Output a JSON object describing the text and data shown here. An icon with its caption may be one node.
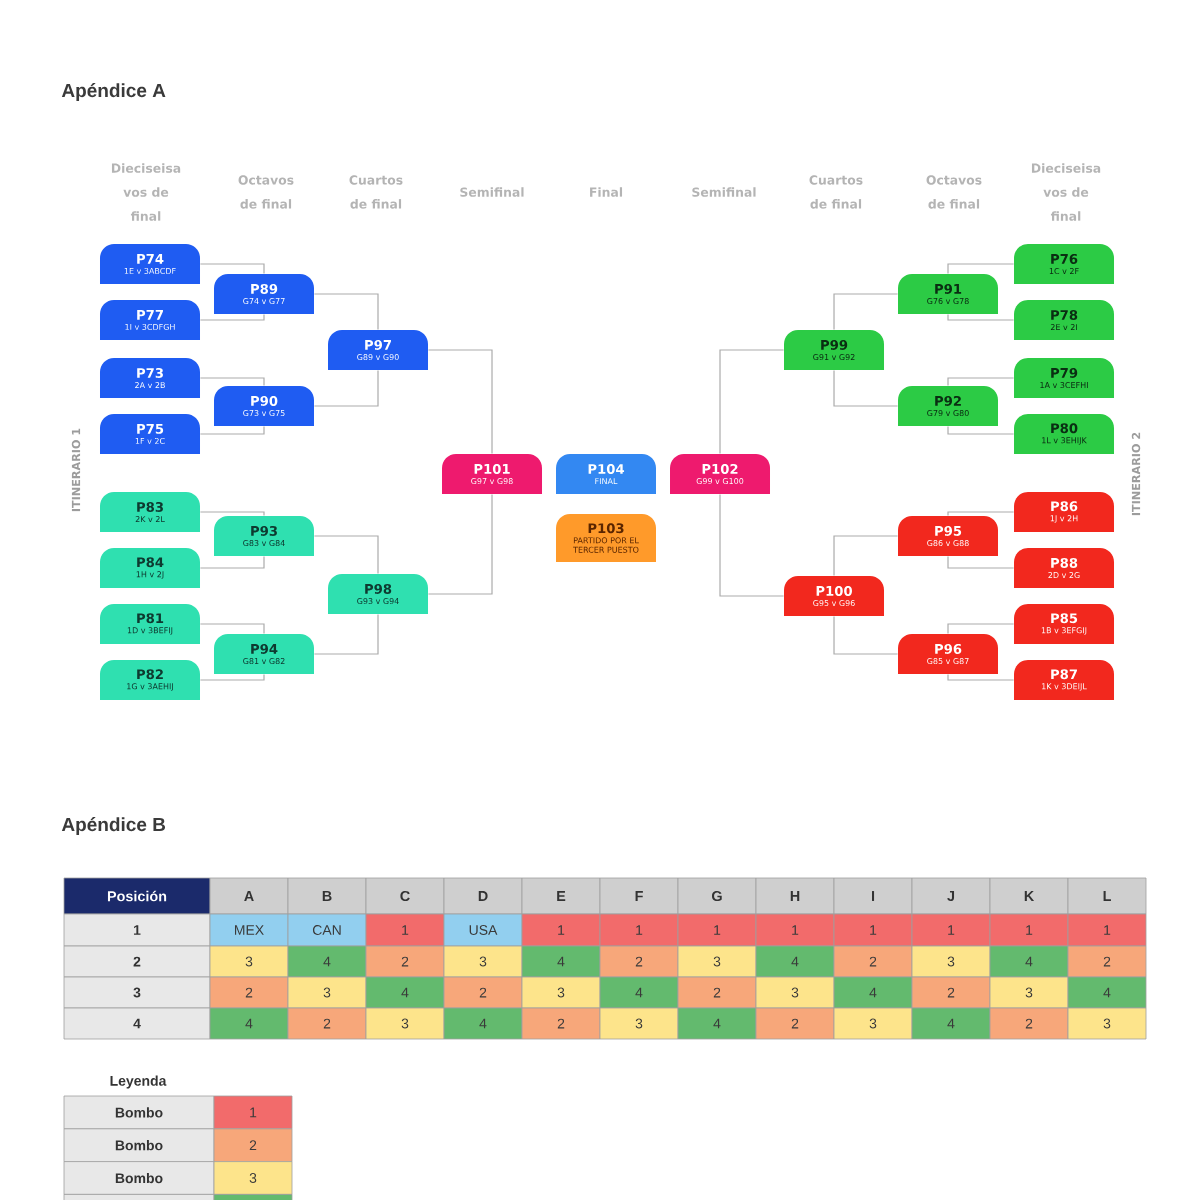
{
  "diagram": {
    "nodes": [
      {
        "text": [
          "P74",
          "1E v 3ABCDF"
        ]
      },
      {
        "text": [
          "P77",
          "1I v 3CDFGH"
        ]
      },
      {
        "text": [
          "P73",
          "2A v 2B"
        ]
      },
      {
        "text": [
          "P75",
          "1F v 2C"
        ]
      },
      {
        "text": [
          "P83",
          "2K v 2L"
        ]
      },
      {
        "text": [
          "P84",
          "1H v 2J"
        ]
      },
      {
        "text": [
          "P81",
          "1D v 3BEFIJ"
        ]
      },
      {
        "text": [
          "P82",
          "1G v 3AEHIJ"
        ]
      },
      {
        "text": [
          "P89",
          "G74 v G77"
        ]
      },
      {
        "text": [
          "P90",
          "G73 v G75"
        ]
      },
      {
        "text": [
          "P93",
          "G83 v G84"
        ]
      },
      {
        "text": [
          "P94",
          "G81 v G82"
        ]
      },
      {
        "text": [
          "P97",
          "G89 v G90"
        ]
      },
      {
        "text": [
          "P98",
          "G93 v G94"
        ]
      },
      {
        "text": [
          "P101",
          "G97 v G98"
        ]
      },
      {
        "text": [
          "P104",
          "FINAL"
        ]
      },
      {
        "text": [
          "P103",
          "PARTIDO POR EL TERCER PUESTO"
        ]
      },
      {
        "text": [
          "P102",
          "G99 v G100"
        ]
      },
      {
        "text": [
          "P99",
          "G91 v G92"
        ]
      },
      {
        "text": [
          "P100",
          "G95 v G96"
        ]
      },
      {
        "text": [
          "P91",
          "G76 v G78"
        ]
      },
      {
        "text": [
          "P92",
          "G79 v G80"
        ]
      },
      {
        "text": [
          "P95",
          "G86 v G88"
        ]
      },
      {
        "text": [
          "P96",
          "G85 v G87"
        ]
      },
      {
        "text": [
          "P76",
          "1C v 2F"
        ]
      },
      {
        "text": [
          "P78",
          "2E v 2I"
        ]
      },
      {
        "text": [
          "P79",
          "1A v 3CEFHI"
        ]
      },
      {
        "text": [
          "P80",
          "1L v 3EHIJK"
        ]
      },
      {
        "text": [
          "P86",
          "1J v 2H"
        ]
      },
      {
        "text": [
          "P88",
          "2D v 2G"
        ]
      },
      {
        "text": [
          "P85",
          "1B v 3EFGIJ"
        ]
      },
      {
        "text": [
          "P87",
          "1K v 3DEIJL"
        ]
      }
    ],
    "edges": [
      {
        "from": 0,
        "to": 8,
        "arrow": "none"
      },
      {
        "from": 1,
        "to": 8,
        "arrow": "none"
      },
      {
        "from": 2,
        "to": 9,
        "arrow": "none"
      },
      {
        "from": 3,
        "to": 9,
        "arrow": "none"
      },
      {
        "from": 4,
        "to": 10,
        "arrow": "none"
      },
      {
        "from": 5,
        "to": 10,
        "arrow": "none"
      },
      {
        "from": 6,
        "to": 11,
        "arrow": "none"
      },
      {
        "from": 7,
        "to": 11,
        "arrow": "none"
      },
      {
        "from": 8,
        "to": 12,
        "arrow": "none"
      },
      {
        "from": 9,
        "to": 12,
        "arrow": "none"
      },
      {
        "from": 10,
        "to": 13,
        "arrow": "none"
      },
      {
        "from": 11,
        "to": 13,
        "arrow": "none"
      },
      {
        "from": 12,
        "to": 14,
        "arrow": "none"
      },
      {
        "from": 13,
        "to": 14,
        "arrow": "none"
      },
      {
        "from": 24,
        "to": 20,
        "arrow": "none"
      },
      {
        "from": 25,
        "to": 20,
        "arrow": "none"
      },
      {
        "from": 26,
        "to": 21,
        "arrow": "none"
      },
      {
        "from": 27,
        "to": 21,
        "arrow": "none"
      },
      {
        "from": 28,
        "to": 22,
        "arrow": "none"
      },
      {
        "from": 29,
        "to": 22,
        "arrow": "none"
      },
      {
        "from": 30,
        "to": 23,
        "arrow": "none"
      },
      {
        "from": 31,
        "to": 23,
        "arrow": "none"
      },
      {
        "from": 20,
        "to": 18,
        "arrow": "none"
      },
      {
        "from": 21,
        "to": 18,
        "arrow": "none"
      },
      {
        "from": 22,
        "to": 19,
        "arrow": "none"
      },
      {
        "from": 23,
        "to": 19,
        "arrow": "none"
      },
      {
        "from": 18,
        "to": 17,
        "arrow": "none"
      },
      {
        "from": 19,
        "to": 17,
        "arrow": "none"
      }
    ],
    "labels": [
      "Apéndice A",
      "Dieciseisa vos de final",
      "Octavos de final",
      "Cuartos de final",
      "Semifinal",
      "Final",
      "Semifinal",
      "Cuartos de final",
      "Octavos de final",
      "Dieciseisa vos de final",
      "ITINERARIO 1",
      "ITINERARIO 2",
      "Apéndice B",
      "Posición",
      "A",
      "B",
      "C",
      "D",
      "E",
      "F",
      "G",
      "H",
      "I",
      "J",
      "K",
      "L",
      "1",
      "MEX",
      "CAN",
      "1",
      "USA",
      "1",
      "1",
      "1",
      "1",
      "1",
      "1",
      "1",
      "1",
      "2",
      "3",
      "4",
      "2",
      "3",
      "4",
      "2",
      "3",
      "4",
      "2",
      "3",
      "4",
      "2",
      "3",
      "2",
      "3",
      "4",
      "2",
      "3",
      "4",
      "2",
      "3",
      "4",
      "2",
      "3",
      "4",
      "4",
      "4",
      "2",
      "3",
      "4",
      "2",
      "3",
      "4",
      "2",
      "3",
      "4",
      "2",
      "3",
      "Leyenda",
      "1",
      "2",
      "3"
    ],
    "legend": [
      {
        "text": "Bombo",
        "color": "#f26b6b"
      },
      {
        "text": "Bombo",
        "color": "#f7a77a"
      },
      {
        "text": "Bombo",
        "color": "#fde48b"
      }
    ]
  }
}
